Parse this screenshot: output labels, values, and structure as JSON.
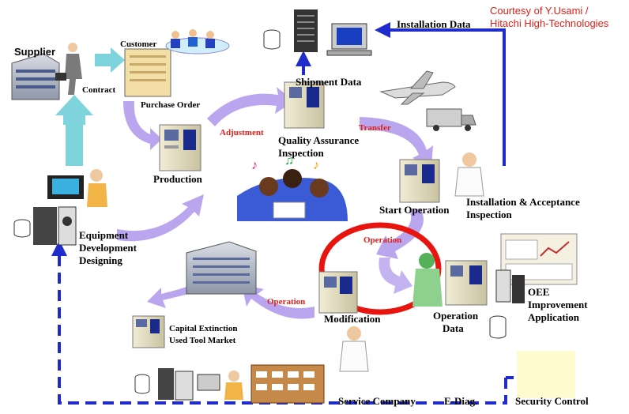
{
  "credit": {
    "line1": "Courtesy of Y.Usami /",
    "line2": "Hitachi High-Technologies"
  },
  "nodes": {
    "supplier": "Supplier",
    "customer": "Customer",
    "contract": "Contract",
    "purchase_order": "Purchase Order",
    "production": "Production",
    "adjustment": "Adjustment",
    "shipment_data": "Shipment Data",
    "installation_data": "Installation Data",
    "qa_line1": "Quality Assurance",
    "qa_line2": "Inspection",
    "transfer": "Transfer",
    "start_operation": "Start Operation",
    "install_line1": "Installation & Acceptance",
    "install_line2": "Inspection",
    "operation_top": "Operation",
    "operation_left": "Operation",
    "equip_line1": "Equipment",
    "equip_line2": "Development",
    "equip_line3": "Designing",
    "modification": "Modification",
    "opdata_line1": "Operation",
    "opdata_line2": "Data",
    "oee_line1": "OEE",
    "oee_line2": "Improvement",
    "oee_line3": "Application",
    "capital_line1": "Capital Extinction",
    "capital_line2": "Used Tool Market",
    "service_company": "Service Company",
    "ediag": "E-Diag.",
    "security_control": "Security Control"
  },
  "colors": {
    "accent_red": "#e0201a",
    "link_blue": "#1f2bcc",
    "cycle_arrow": "#b9a6ee",
    "supplier_arrow": "#7fd3dc",
    "security_box": "#fffbd0"
  },
  "icons": [
    "factory-icon",
    "person-icon",
    "building-icon",
    "meeting-people-icon",
    "machine-icon",
    "server-icon",
    "database-icon",
    "computer-icon",
    "airplane-icon",
    "truck-icon",
    "doctor-icon",
    "singing-people-icon",
    "engineer-icon",
    "dashboard-icon"
  ]
}
